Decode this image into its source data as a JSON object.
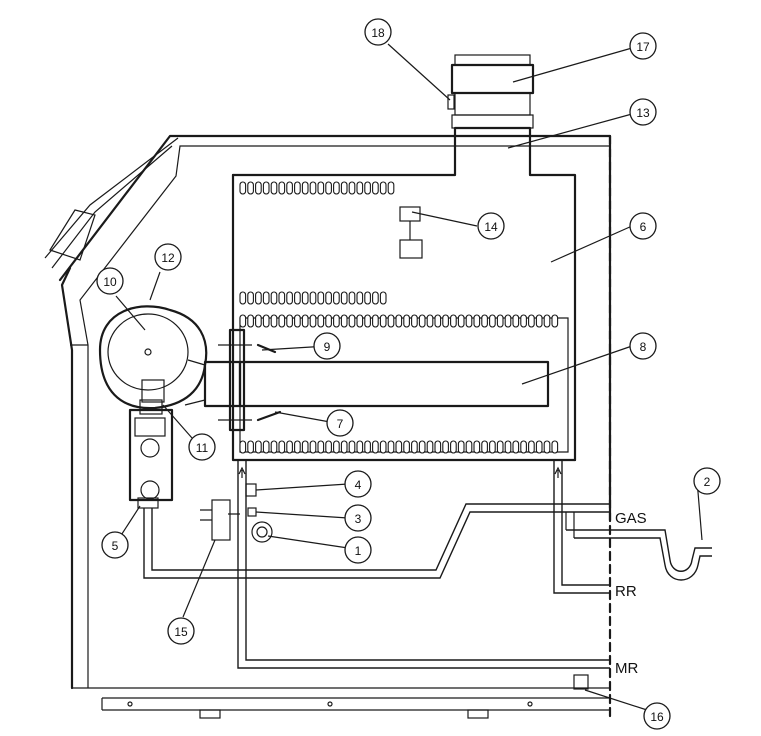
{
  "diagram": {
    "connection_labels": {
      "gas": "GAS",
      "rr": "RR",
      "mr": "MR"
    },
    "callouts": [
      "1",
      "2",
      "3",
      "4",
      "5",
      "6",
      "7",
      "8",
      "9",
      "10",
      "11",
      "12",
      "13",
      "14",
      "15",
      "16",
      "17",
      "18"
    ]
  }
}
